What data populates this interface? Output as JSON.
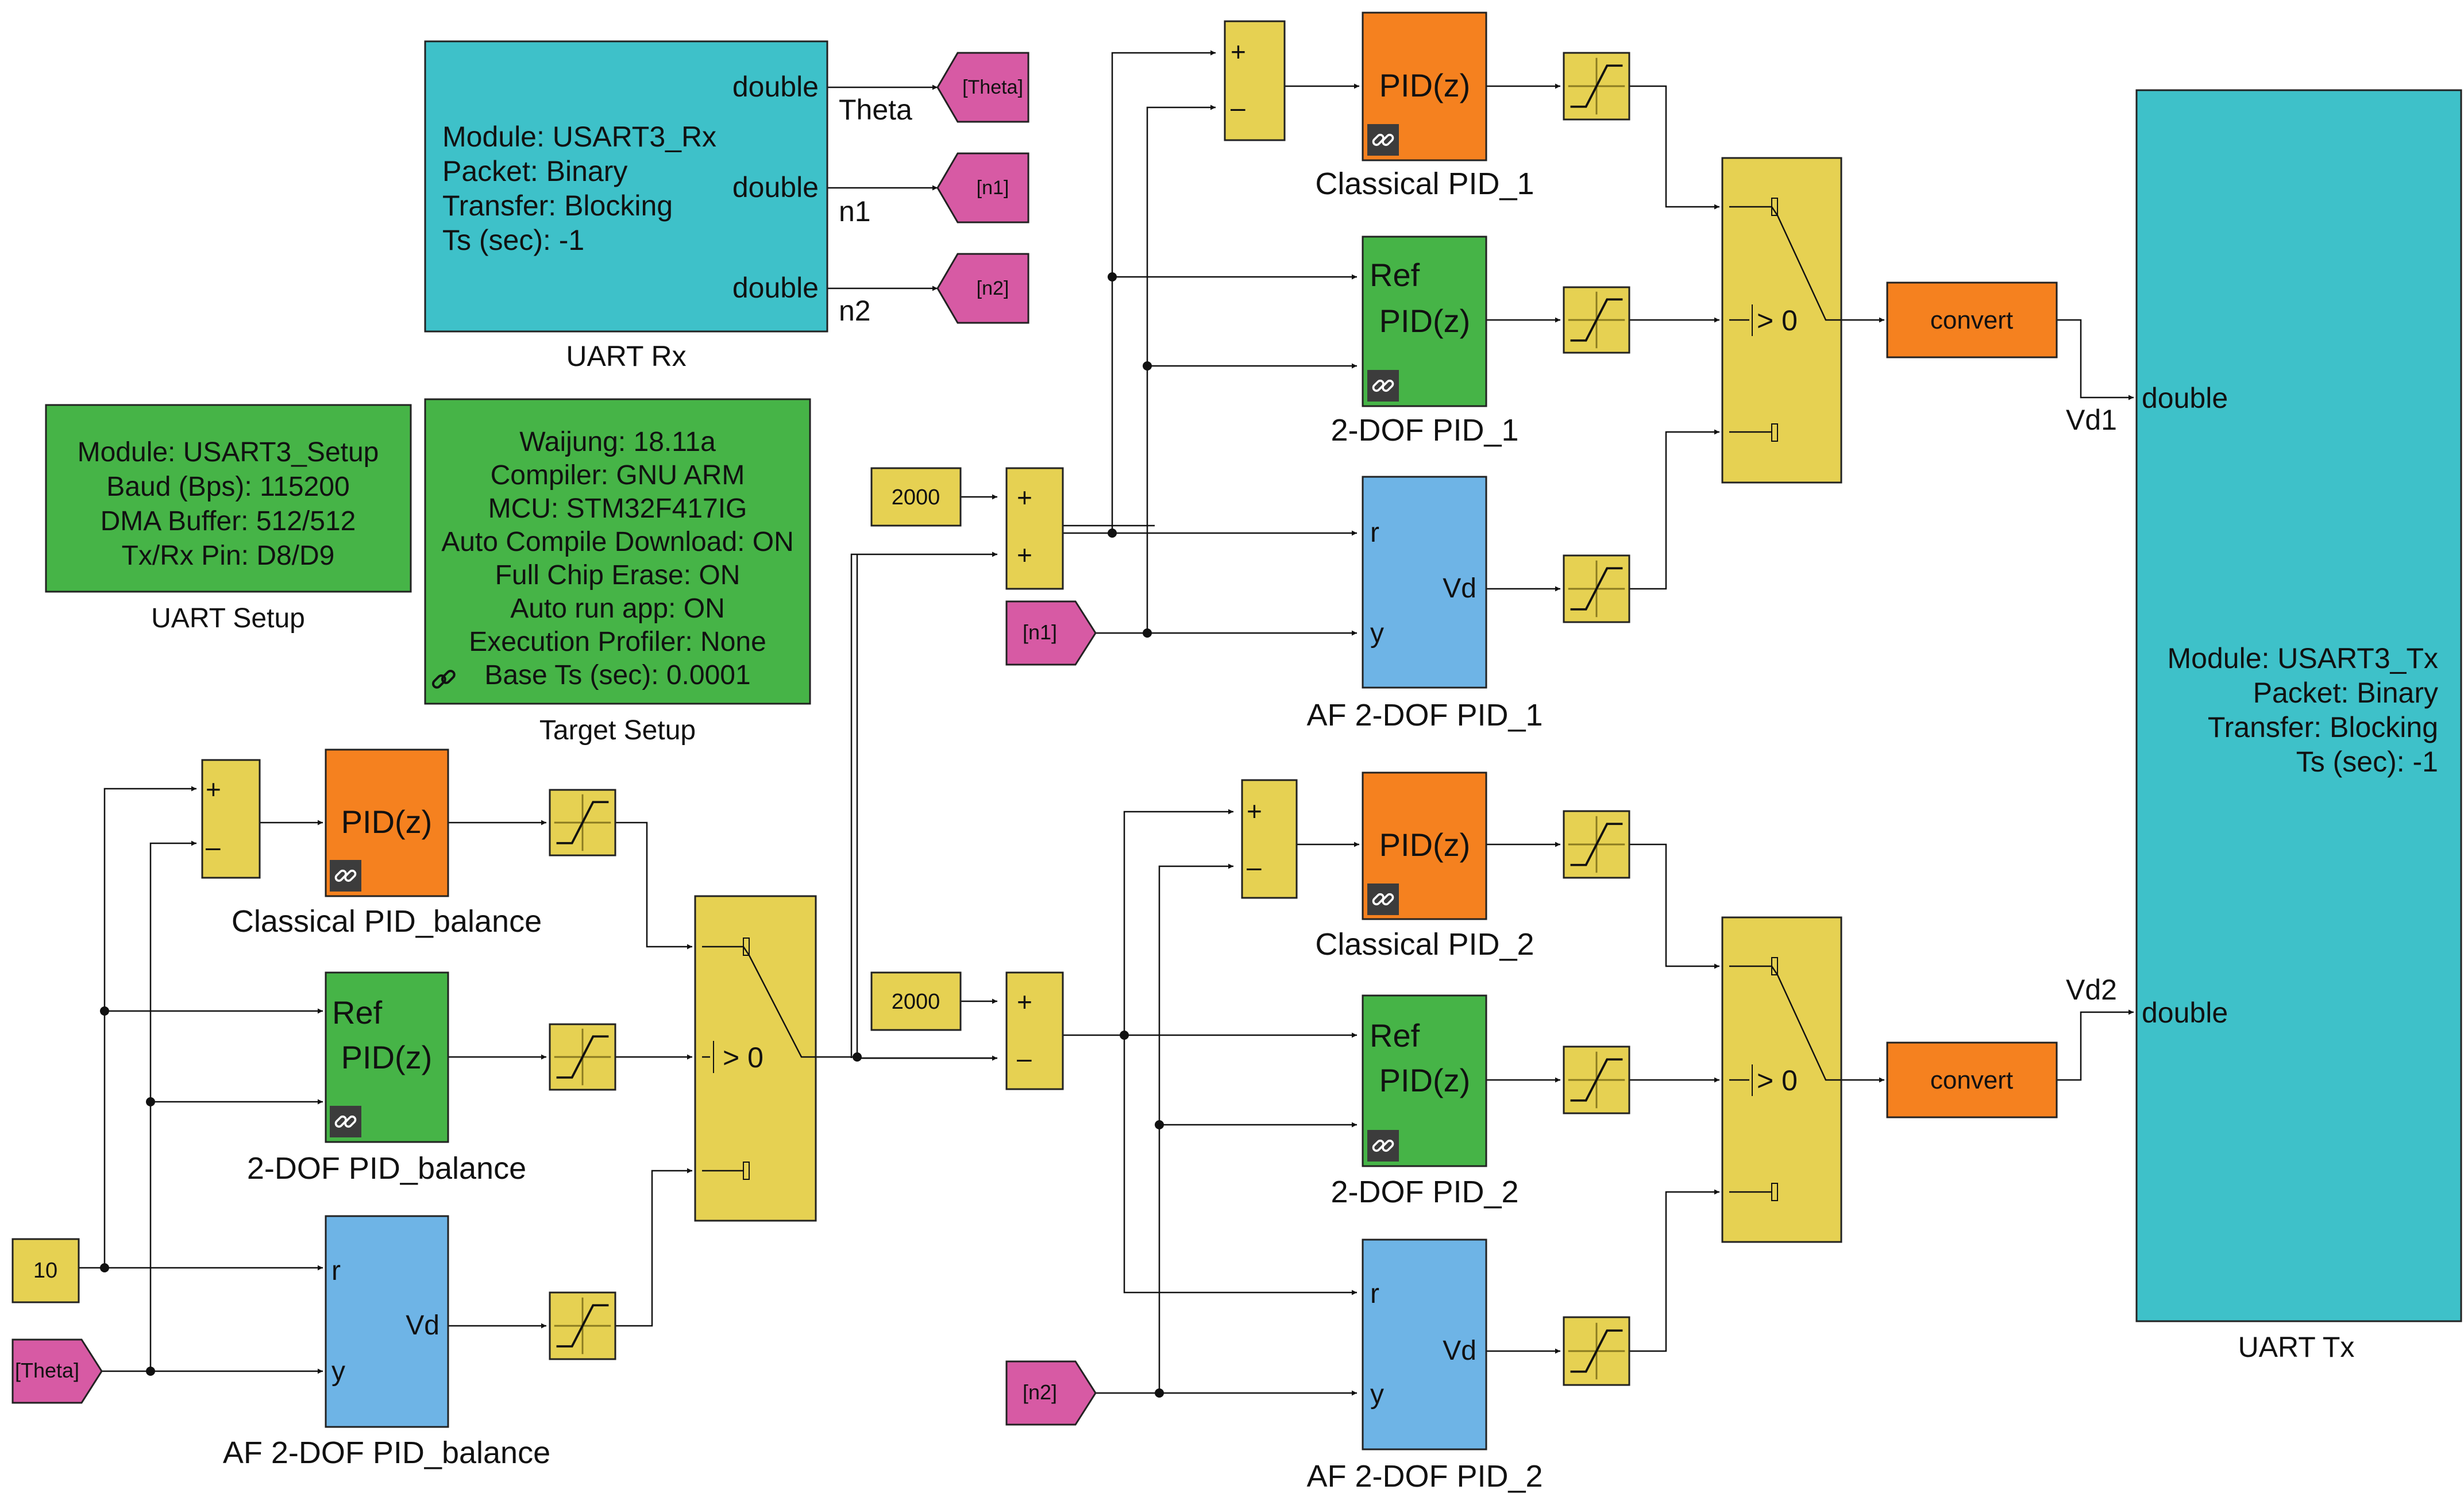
{
  "colors": {
    "teal": "#3EC1C9",
    "green": "#46B447",
    "orange": "#F5811F",
    "blue": "#6EB4E6",
    "yellow": "#E6D152",
    "magenta": "#D75AA4",
    "wire": "#111111"
  },
  "uart_rx": {
    "lines": [
      "Module: USART3_Rx",
      "Packet: Binary",
      "Transfer: Blocking",
      "Ts (sec): -1"
    ],
    "ports": [
      "double",
      "double",
      "double"
    ],
    "caption": "UART Rx",
    "signals": [
      "Theta",
      "n1",
      "n2"
    ]
  },
  "goto_tags": [
    "[Theta]",
    "[n1]",
    "[n2]"
  ],
  "from_tags": {
    "n1": "[n1]",
    "n2": "[n2]",
    "theta": "[Theta]"
  },
  "uart_setup": {
    "lines": [
      "Module: USART3_Setup",
      "Baud (Bps): 115200",
      "DMA Buffer: 512/512",
      "Tx/Rx Pin: D8/D9"
    ],
    "caption": "UART Setup"
  },
  "target_setup": {
    "lines": [
      "Waijung: 18.11a",
      "Compiler: GNU ARM",
      "MCU: STM32F417IG",
      "Auto Compile Download: ON",
      "Full Chip Erase: ON",
      "Auto run app: ON",
      "Execution Profiler: None",
      "Base Ts (sec): 0.0001"
    ],
    "caption": "Target Setup",
    "icon": "link-icon"
  },
  "constants": {
    "c2000_1": "2000",
    "c2000_2": "2000",
    "c10": "10"
  },
  "sum_signs": {
    "plus": "+",
    "minus": "–"
  },
  "pid": {
    "classical": "PID(z)",
    "ref": "Ref",
    "twodof": "PID(z)",
    "af_r": "r",
    "af_y": "y",
    "af_out": "Vd"
  },
  "captions": {
    "classical_1": "Classical PID_1",
    "twodof_1": "2-DOF PID_1",
    "af_1": "AF 2-DOF PID_1",
    "classical_2": "Classical PID_2",
    "twodof_2": "2-DOF PID_2",
    "af_2": "AF 2-DOF PID_2",
    "classical_b": "Classical PID_balance",
    "twodof_b": "2-DOF PID_balance",
    "af_b": "AF 2-DOF PID_balance"
  },
  "switch_label": "> 0",
  "convert_label": "convert",
  "uart_tx": {
    "lines": [
      "Module: USART3_Tx",
      "Packet: Binary",
      "Transfer: Blocking",
      "Ts (sec): -1"
    ],
    "ports": [
      "double",
      "double"
    ],
    "signals": [
      "Vd1",
      "Vd2"
    ],
    "caption": "UART Tx"
  }
}
